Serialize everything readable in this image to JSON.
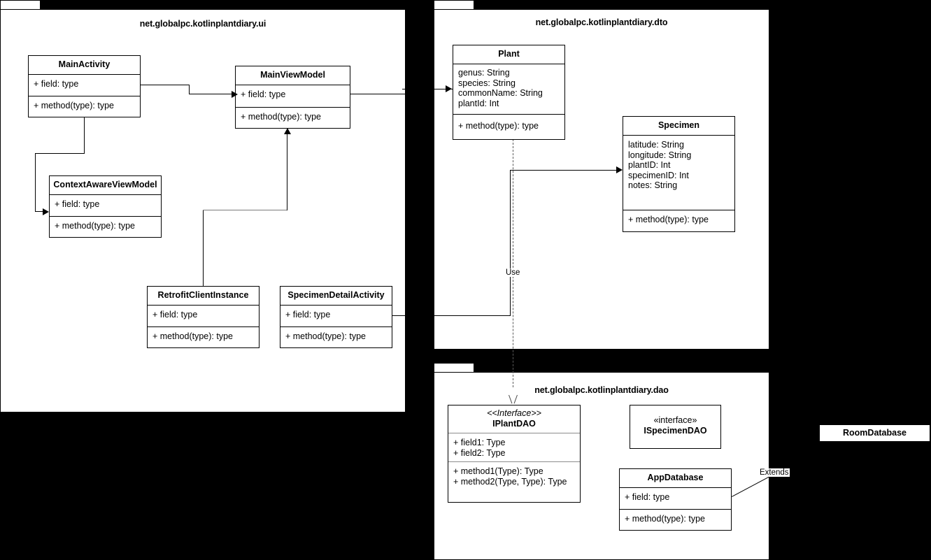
{
  "diagram": {
    "title": "Kotlin Plant Diary UML class diagram",
    "background": "#000000",
    "surface": "#ffffff",
    "stroke": "#000000"
  },
  "packages": [
    {
      "id": "ui",
      "title": "net.globalpc.kotlinplantdiary.ui"
    },
    {
      "id": "dto",
      "title": "net.globalpc.kotlinplantdiary.dto"
    },
    {
      "id": "dao",
      "title": "net.globalpc.kotlinplantdiary.dao"
    }
  ],
  "classes": {
    "main_activity": {
      "name": "MainActivity",
      "fields": "+ field: type",
      "methods": "+ method(type): type"
    },
    "main_view_model": {
      "name": "MainViewModel",
      "fields": "+ field: type",
      "methods": "+ method(type): type"
    },
    "context_aware_view_model": {
      "name": "ContextAwareViewModel",
      "fields": "+ field: type",
      "methods": "+ method(type): type"
    },
    "retrofit_client_instance": {
      "name": "RetrofitClientInstance",
      "fields": "+ field: type",
      "methods": "+ method(type): type"
    },
    "specimen_detail_activity": {
      "name": "SpecimenDetailActivity",
      "fields": "+ field: type",
      "methods": "+ method(type): type"
    },
    "plant": {
      "name": "Plant",
      "fields": "genus: String\nspecies: String\ncommonName: String\nplantId: Int",
      "methods": "+ method(type): type"
    },
    "specimen": {
      "name": "Specimen",
      "fields": "latitude: String\nlongitude: String\nplantID: Int\nspecimenID: Int\nnotes: String",
      "methods": "+ method(type): type"
    },
    "iplant_dao": {
      "stereotype": "<<Interface>>",
      "name": "IPlantDAO",
      "fields": "+ field1: Type\n+ field2: Type",
      "methods": "+ method1(Type): Type\n+ method2(Type, Type): Type"
    },
    "ispecimen_dao": {
      "stereotype": "«interface»",
      "name": "ISpecimenDAO"
    },
    "app_database": {
      "name": "AppDatabase",
      "fields": "+ field: type",
      "methods": "+ method(type): type"
    },
    "room_database": {
      "name": "RoomDatabase"
    }
  },
  "edges": {
    "use_label": "Use",
    "extends_label": "Extends"
  }
}
